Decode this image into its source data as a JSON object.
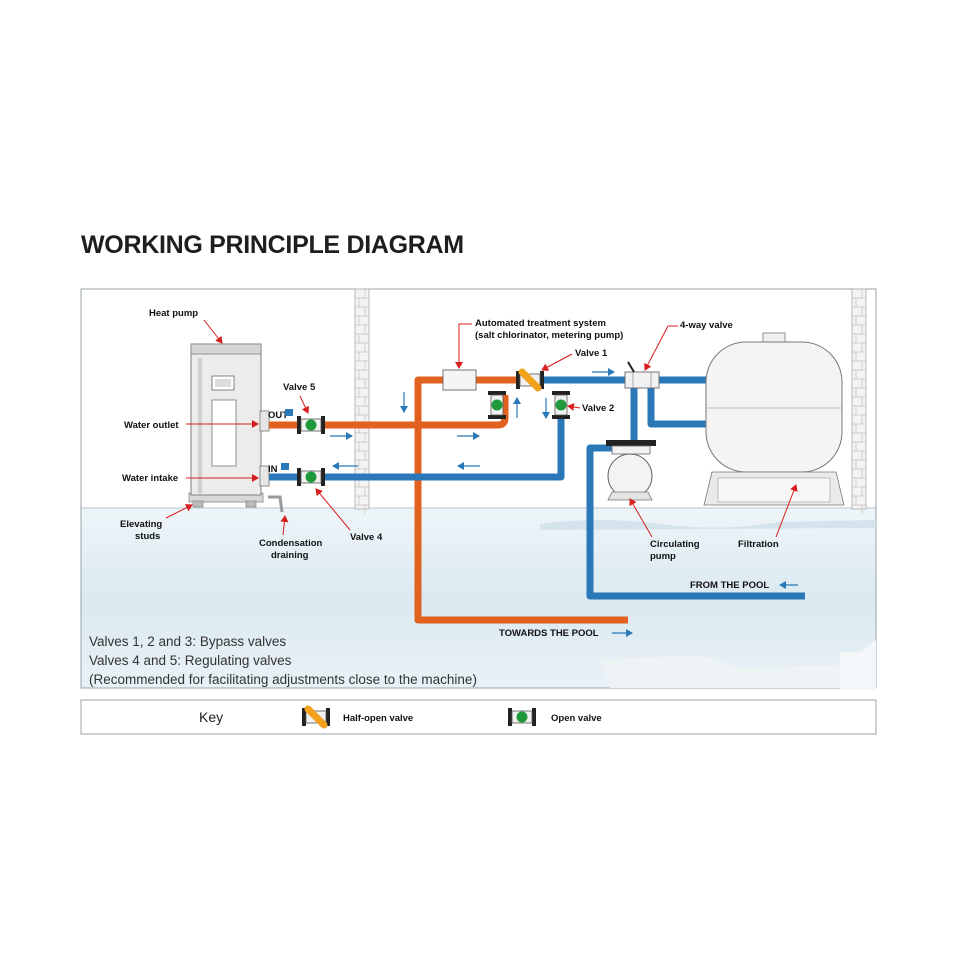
{
  "title": "WORKING PRINCIPLE DIAGRAM",
  "labels": {
    "heat_pump": "Heat pump",
    "water_outlet": "Water outlet",
    "water_intake": "Water intake",
    "elevating_1": "Elevating",
    "elevating_2": "studs",
    "condensation_1": "Condensation",
    "condensation_2": "draining",
    "valve1": "Valve 1",
    "valve2": "Valve 2",
    "valve4": "Valve 4",
    "valve5": "Valve 5",
    "treatment_1": "Automated treatment system",
    "treatment_2": "(salt chlorinator, metering pump)",
    "four_way": "4-way valve",
    "circulating_1": "Circulating",
    "circulating_2": "pump",
    "filtration": "Filtration",
    "from_pool": "FROM THE POOL",
    "towards_pool": "TOWARDS THE POOL",
    "out": "OUT",
    "in": "IN"
  },
  "notes": [
    "Valves 1, 2 and 3: Bypass valves",
    "Valves 4 and 5: Regulating valves",
    "(Recommended for facilitating adjustments close to the machine)"
  ],
  "key": {
    "title": "Key",
    "half_open": "Half-open valve",
    "open": "Open valve"
  },
  "colors": {
    "hot_pipe": "#e0621e",
    "cold_pipe": "#2a78b8",
    "valve_open": "#1f9a3a",
    "valve_half": "#f3a21b",
    "arrow_red": "#d81e1e"
  }
}
